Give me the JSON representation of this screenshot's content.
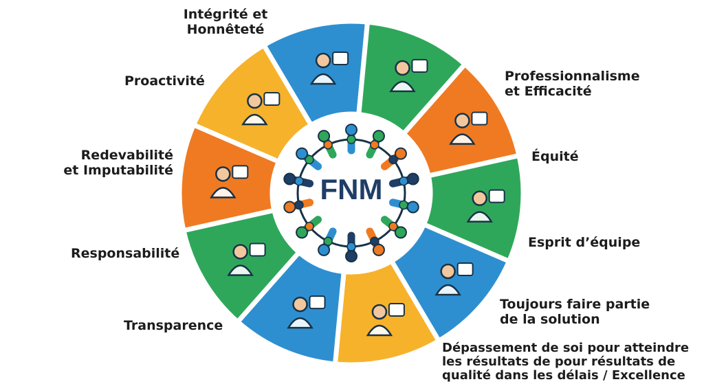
{
  "center": {
    "text": "FNM"
  },
  "colors": {
    "blue": "#2e8fd0",
    "green": "#2fa75a",
    "orange": "#f07a22",
    "yellow": "#f6b22a",
    "navy": "#1f3e66",
    "outline": "#173246"
  },
  "values": [
    {
      "id": "integrite",
      "lines": [
        "Intégrité et",
        "Honnêteté"
      ],
      "color": "blue",
      "icon": "handshake-scales-icon"
    },
    {
      "id": "professionnalisme",
      "lines": [
        "Professionnalisme",
        "et Efficacité"
      ],
      "color": "green",
      "icon": "professional-at-laptop-icon"
    },
    {
      "id": "equite",
      "lines": [
        "Équité"
      ],
      "color": "orange",
      "icon": "scales-and-group-icon"
    },
    {
      "id": "esprit",
      "lines": [
        "Esprit d’équipe"
      ],
      "color": "green",
      "icon": "puzzle-team-icon"
    },
    {
      "id": "toujours",
      "lines": [
        "Toujours faire partie",
        "de la solution"
      ],
      "color": "blue",
      "icon": "lightbulb-person-icon"
    },
    {
      "id": "depassement",
      "lines": [
        "Dépassement de soi pour atteindre",
        "les résultats de pour résultats de",
        "qualité dans les délais / Excellence"
      ],
      "color": "yellow",
      "icon": "hurdle-runner-icon"
    },
    {
      "id": "transparence",
      "lines": [
        "Transparence"
      ],
      "color": "blue",
      "icon": "magnifier-document-icon"
    },
    {
      "id": "responsabilite",
      "lines": [
        "Responsabilité"
      ],
      "color": "green",
      "icon": "weightlifter-icon"
    },
    {
      "id": "redevabilite",
      "lines": [
        "Redevabilité",
        "et Imputabilité"
      ],
      "color": "orange",
      "icon": "presenter-audience-icon"
    },
    {
      "id": "proactivite",
      "lines": [
        "Proactivité"
      ],
      "color": "yellow",
      "icon": "growth-chart-person-icon"
    }
  ]
}
